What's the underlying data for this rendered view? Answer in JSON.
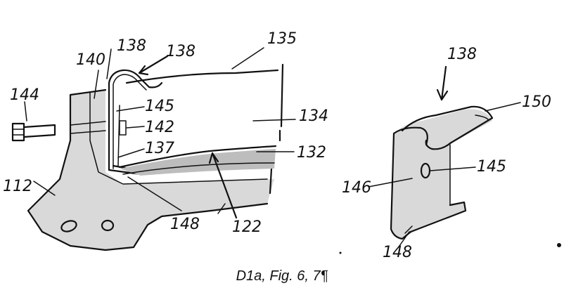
{
  "figure": {
    "labels": {
      "l112": "112",
      "l140": "140",
      "l138a": "138",
      "l138b": "138",
      "l135": "135",
      "l144": "144",
      "l145a": "145",
      "l142": "142",
      "l134": "134",
      "l137": "137",
      "l132": "132",
      "l148a": "148",
      "l122": "122",
      "l150": "150",
      "l145b": "145",
      "l146": "146",
      "l148b": "148"
    }
  },
  "caption": "D1a, Fig. 6, 7¶"
}
